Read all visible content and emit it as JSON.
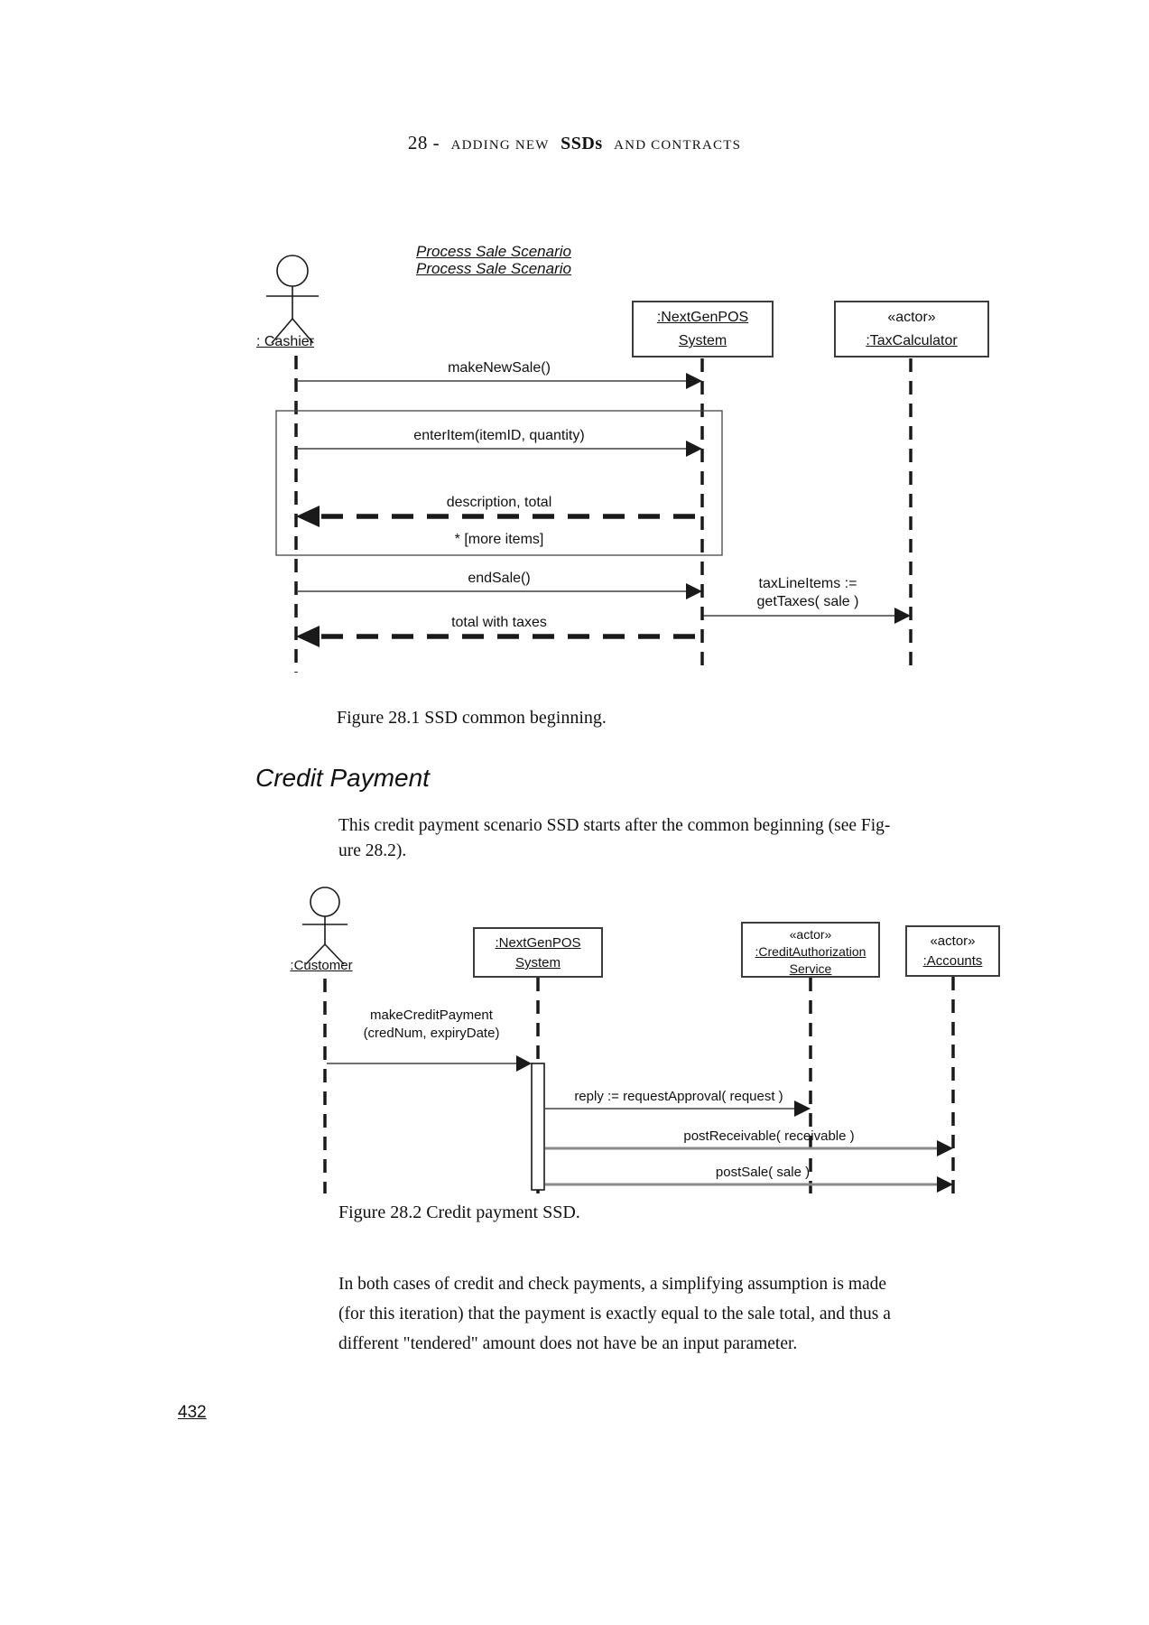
{
  "page": {
    "header": {
      "num": "28 -",
      "pre_caps": "ADDING NEW",
      "bold": "SSDs",
      "post_caps": "AND CONTRACTS"
    },
    "page_number": "432"
  },
  "figure1": {
    "title_line1": "Process Sale Scenario",
    "title_line2": "Process Sale Scenario",
    "actor_label": ": Cashier",
    "participants": {
      "system_line1": ":NextGenPOS",
      "system_line2": "System",
      "tax_stereotype": "«actor»",
      "tax_name": ":TaxCalculator"
    },
    "messages": {
      "make_new_sale": "makeNewSale()",
      "enter_item": "enterItem(itemID, quantity)",
      "description_total": "description, total",
      "more_items": "* [more items]",
      "end_sale": "endSale()",
      "tax_line_items_1": "taxLineItems :=",
      "tax_line_items_2": "getTaxes( sale )",
      "total_with_taxes": "total with taxes"
    },
    "caption": "Figure 28.1 SSD common beginning."
  },
  "section": {
    "heading": "Credit Payment",
    "para1_line1": "This credit payment scenario SSD starts after the common beginning (see Fig-",
    "para1_line2": "ure 28.2)."
  },
  "figure2": {
    "actor_label": ":Customer",
    "participants": {
      "system_line1": ":NextGenPOS",
      "system_line2": "System",
      "credit_stereotype": "«actor»",
      "credit_name_line1": ":CreditAuthorization",
      "credit_name_line2": "Service",
      "accounts_stereotype": "«actor»",
      "accounts_name": ":Accounts"
    },
    "messages": {
      "make_credit_payment_1": "makeCreditPayment",
      "make_credit_payment_2": "(credNum, expiryDate)",
      "request_approval": "reply := requestApproval( request )",
      "post_receivable": "postReceivable( receivable )",
      "post_sale": "postSale( sale )"
    },
    "caption": "Figure 28.2 Credit payment SSD."
  },
  "closing": {
    "line1": "In both cases of credit and check payments, a simplifying assumption is made",
    "line2": "(for this iteration) that the payment is exactly equal to the sale total, and thus a",
    "line3": "different \"tendered\" amount does not have be an input parameter."
  }
}
